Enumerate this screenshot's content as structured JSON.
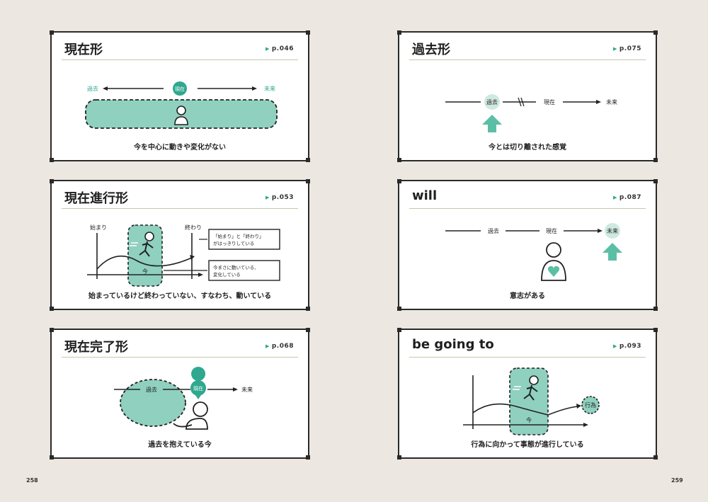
{
  "pages": {
    "left": "258",
    "right": "259"
  },
  "colors": {
    "accent": "#2fa88f",
    "accent_light": "#8fd0bf",
    "ink": "#1f1f1f"
  },
  "cards": [
    {
      "title": "現在形",
      "page": "p.046",
      "caption": "今を中心に動きや変化がない",
      "labels": {
        "past": "過去",
        "now": "現在",
        "future": "未来"
      }
    },
    {
      "title": "過去形",
      "page": "p.075",
      "caption": "今とは切り離された感覚",
      "labels": {
        "past": "過去",
        "now": "現在",
        "future": "未来"
      }
    },
    {
      "title": "現在進行形",
      "page": "p.053",
      "caption": "始まっているけど終わっていない、すなわち、動いている",
      "labels": {
        "start": "始まり",
        "end": "終わり",
        "now": "今",
        "box1_l1": "「始まり」と「終わり」",
        "box1_l2": "がはっきりしている",
        "box2_l1": "今まさに動いている、",
        "box2_l2": "変化している"
      }
    },
    {
      "title": "will",
      "page": "p.087",
      "caption": "意志がある",
      "labels": {
        "past": "過去",
        "now": "現在",
        "future": "未来"
      }
    },
    {
      "title": "現在完了形",
      "page": "p.068",
      "caption": "過去を抱えている今",
      "labels": {
        "past": "過去",
        "now": "現在",
        "future": "未来"
      }
    },
    {
      "title": "be going to",
      "page": "p.093",
      "caption": "行為に向かって事態が進行している",
      "labels": {
        "now": "今",
        "action": "行為"
      }
    }
  ]
}
